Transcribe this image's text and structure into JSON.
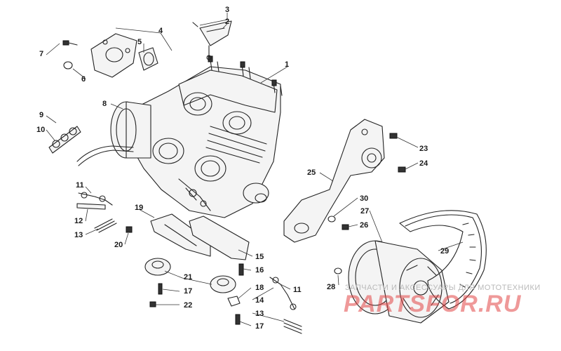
{
  "diagram": {
    "callouts": [
      {
        "id": "c1",
        "label": "1"
      },
      {
        "id": "c2",
        "label": "2"
      },
      {
        "id": "c3",
        "label": "3"
      },
      {
        "id": "c4",
        "label": "4"
      },
      {
        "id": "c5",
        "label": "5"
      },
      {
        "id": "c6",
        "label": "6"
      },
      {
        "id": "c7",
        "label": "7"
      },
      {
        "id": "c8",
        "label": "8"
      },
      {
        "id": "c9",
        "label": "9"
      },
      {
        "id": "c10",
        "label": "10"
      },
      {
        "id": "c11a",
        "label": "11"
      },
      {
        "id": "c11b",
        "label": "11"
      },
      {
        "id": "c12",
        "label": "12"
      },
      {
        "id": "c13a",
        "label": "13"
      },
      {
        "id": "c13b",
        "label": "13"
      },
      {
        "id": "c14",
        "label": "14"
      },
      {
        "id": "c15",
        "label": "15"
      },
      {
        "id": "c16",
        "label": "16"
      },
      {
        "id": "c17a",
        "label": "17"
      },
      {
        "id": "c17b",
        "label": "17"
      },
      {
        "id": "c18",
        "label": "18"
      },
      {
        "id": "c19",
        "label": "19"
      },
      {
        "id": "c20",
        "label": "20"
      },
      {
        "id": "c21",
        "label": "21"
      },
      {
        "id": "c22",
        "label": "22"
      },
      {
        "id": "c23",
        "label": "23"
      },
      {
        "id": "c24",
        "label": "24"
      },
      {
        "id": "c25",
        "label": "25"
      },
      {
        "id": "c26",
        "label": "26"
      },
      {
        "id": "c27",
        "label": "27"
      },
      {
        "id": "c28",
        "label": "28"
      },
      {
        "id": "c29",
        "label": "29"
      },
      {
        "id": "c30",
        "label": "30"
      }
    ]
  },
  "watermark": {
    "tagline": "ЗАПЧАСТИ И АКСЕССУАРЫ ДЛЯ МОТОТЕХНИКИ",
    "logo": "PARTSFOR.RU"
  },
  "colors": {
    "line": "#222222",
    "watermark_red": "#e24646",
    "watermark_gray": "#b9b9b9"
  }
}
